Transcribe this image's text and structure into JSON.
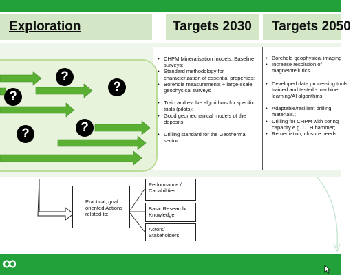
{
  "headers": {
    "exploration": "Exploration",
    "targets_2030": "Targets 2030",
    "targets_2050": "Targets 2050"
  },
  "targets_2030": [
    "CHPM Mineralisation models, Baseline surveys;",
    "Standard methodology for characterization of essential properties;",
    "Borehole measurements + large-scale geophysical surveys",
    "Train and evolve algorithms for specific trials (pilots);",
    "Good geomechanical models of the deposits;",
    "Drilling standard for the Geothermal sector"
  ],
  "targets_2050": [
    "Borehole geophysical imaging",
    "Increase resolution of magnetotellurics.",
    "Developed data processing tools trained and tested - machine learning/AI algorithms",
    "Adaptable/resilient drilling materials.;",
    "Drilling for CHPM with coring capacity e.g. DTH hammer;",
    "Remediation, closure needs"
  ],
  "exploration_diagram": {
    "question_mark": "?"
  },
  "action_boxes": {
    "practical": "Practical, goal oriented Actions related to:",
    "performance": "Performance / Capabilities",
    "basic_research": "Basic Research/ Knowledge",
    "actors": "Actors/ Stakeholders"
  },
  "colors": {
    "brand_green": "#22a03a",
    "header_fill": "#d3e6c6",
    "arrow_fill": "#5ab033"
  },
  "icons": {
    "logo": "infinity-logo-icon",
    "cursor": "mouse-pointer-icon"
  }
}
